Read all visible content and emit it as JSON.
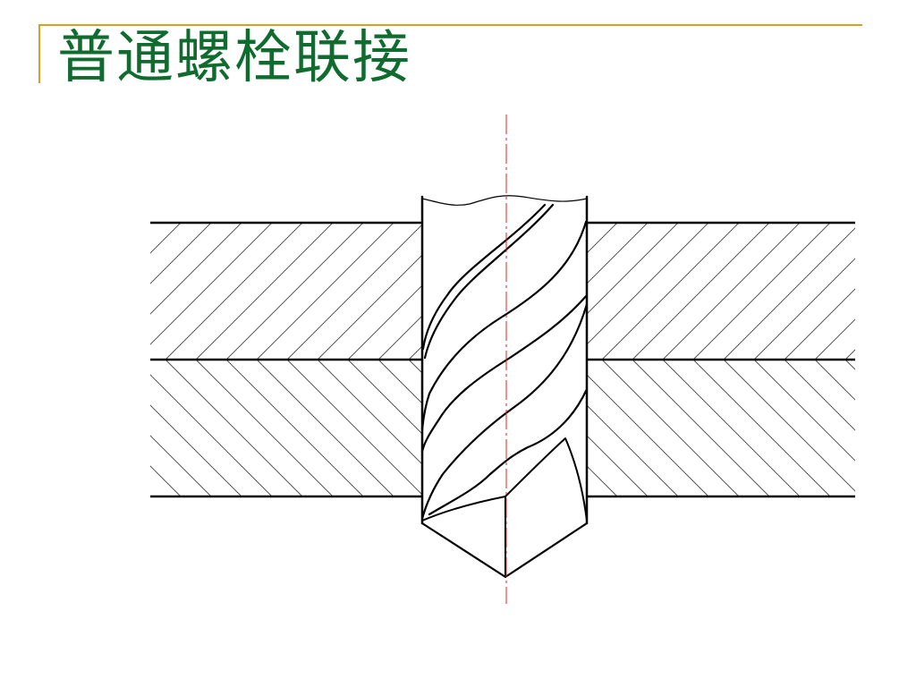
{
  "slide": {
    "title": "普通螺栓联接"
  },
  "colors": {
    "title": "#0f6b2e",
    "accent": "#d9a11f",
    "line": "#000000",
    "hatch": "#444444",
    "centerline": "#d92020"
  },
  "diagram": {
    "components": [
      "upper-plate",
      "lower-plate",
      "drill-bit",
      "centerline"
    ],
    "icons": {
      "drawing": "bolt-drilling-icon"
    }
  }
}
